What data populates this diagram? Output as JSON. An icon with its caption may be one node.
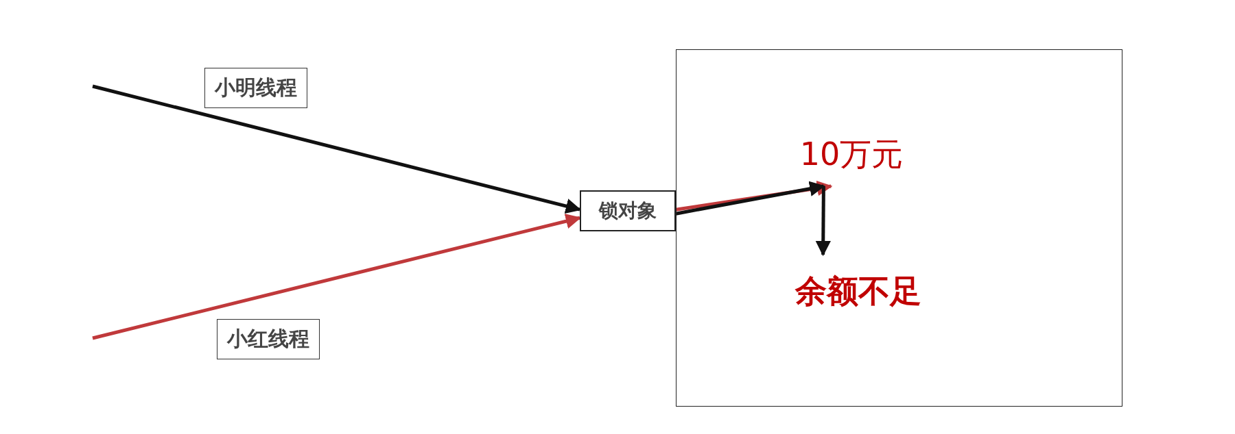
{
  "diagram": {
    "nodes": [
      {
        "text": [
          "锁对象"
        ]
      },
      {
        "text": [],
        "shape": "box"
      },
      {
        "text": [
          "10万元"
        ],
        "in": 1
      },
      {
        "text": [
          "余额不足"
        ],
        "in": 1
      }
    ],
    "edges": [
      {
        "from": null,
        "to": 0,
        "arrow": "to",
        "label": "小明线程"
      },
      {
        "from": null,
        "to": 0,
        "arrow": "to",
        "label": "小红线程",
        "color": "#c0393b"
      },
      {
        "from": 0,
        "to": 2,
        "arrow": "to",
        "color": "#c0393b"
      },
      {
        "from": 0,
        "to": 2,
        "arrow": "to"
      },
      {
        "from": 2,
        "to": 3,
        "arrow": "to"
      }
    ]
  }
}
